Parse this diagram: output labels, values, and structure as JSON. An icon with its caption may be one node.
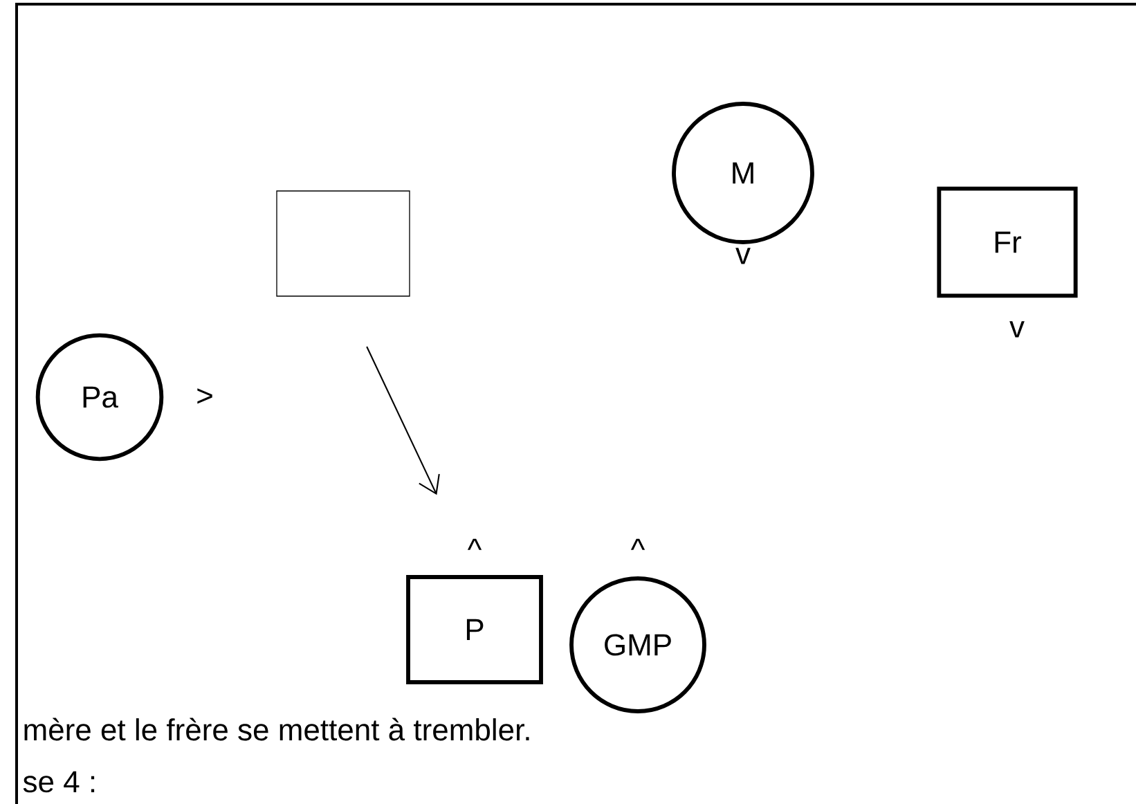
{
  "diagram": {
    "nodes": [
      {
        "text": [
          "M"
        ],
        "beside": [
          "v"
        ]
      },
      {
        "text": [
          "Fr"
        ],
        "beside": [
          "v"
        ]
      },
      {
        "text": [],
        "shape": "box"
      },
      {
        "text": [
          "Pa"
        ],
        "beside": [
          ">"
        ]
      },
      {
        "text": [
          "P"
        ],
        "beside": [
          "^"
        ]
      },
      {
        "text": [
          "GMP"
        ],
        "beside": [
          "^"
        ]
      }
    ],
    "edges": [
      {
        "from": 2,
        "to": 4,
        "arrow": "to"
      }
    ],
    "labels": [
      "mère et le frère se mettent à trembler.",
      "se 4 :"
    ]
  }
}
